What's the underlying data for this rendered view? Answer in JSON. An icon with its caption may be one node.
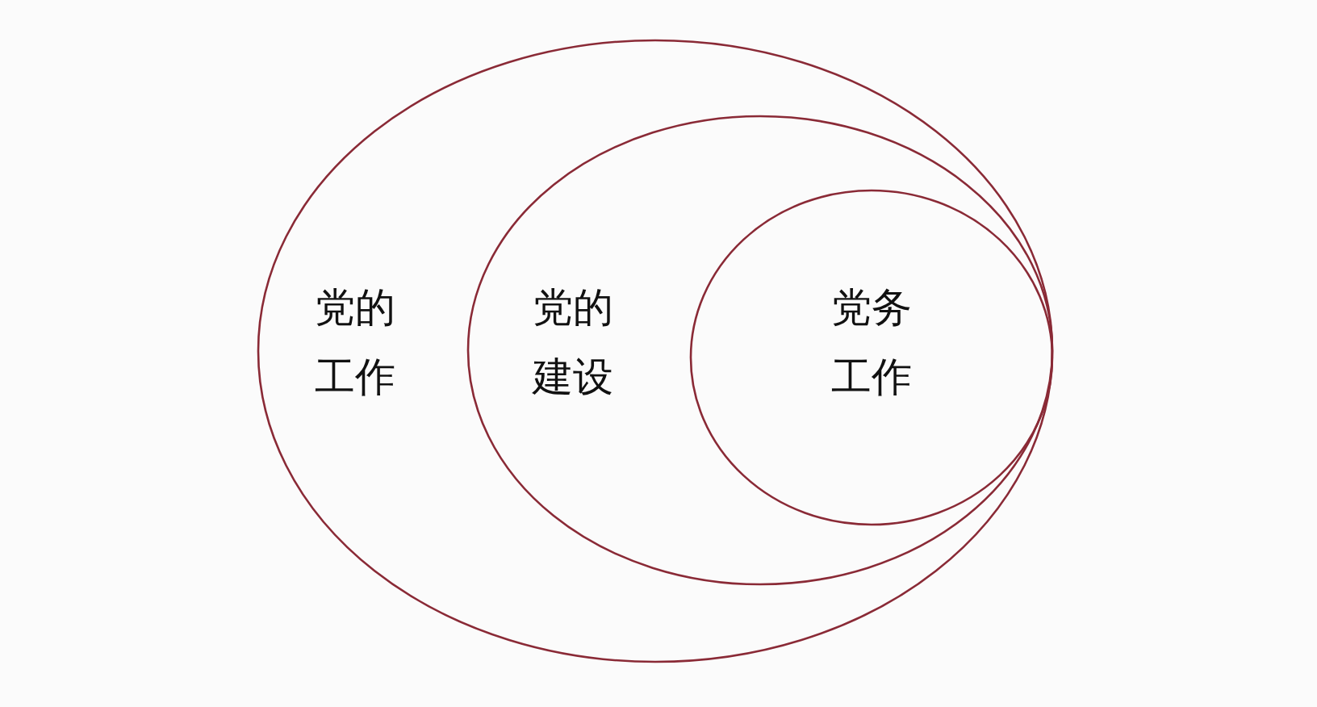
{
  "diagram": {
    "nodes": [
      {
        "text": [
          "党的工作"
        ]
      },
      {
        "text": [
          "党的建设"
        ],
        "in": 0
      },
      {
        "text": [
          "党务工作"
        ],
        "in": 1
      }
    ]
  }
}
